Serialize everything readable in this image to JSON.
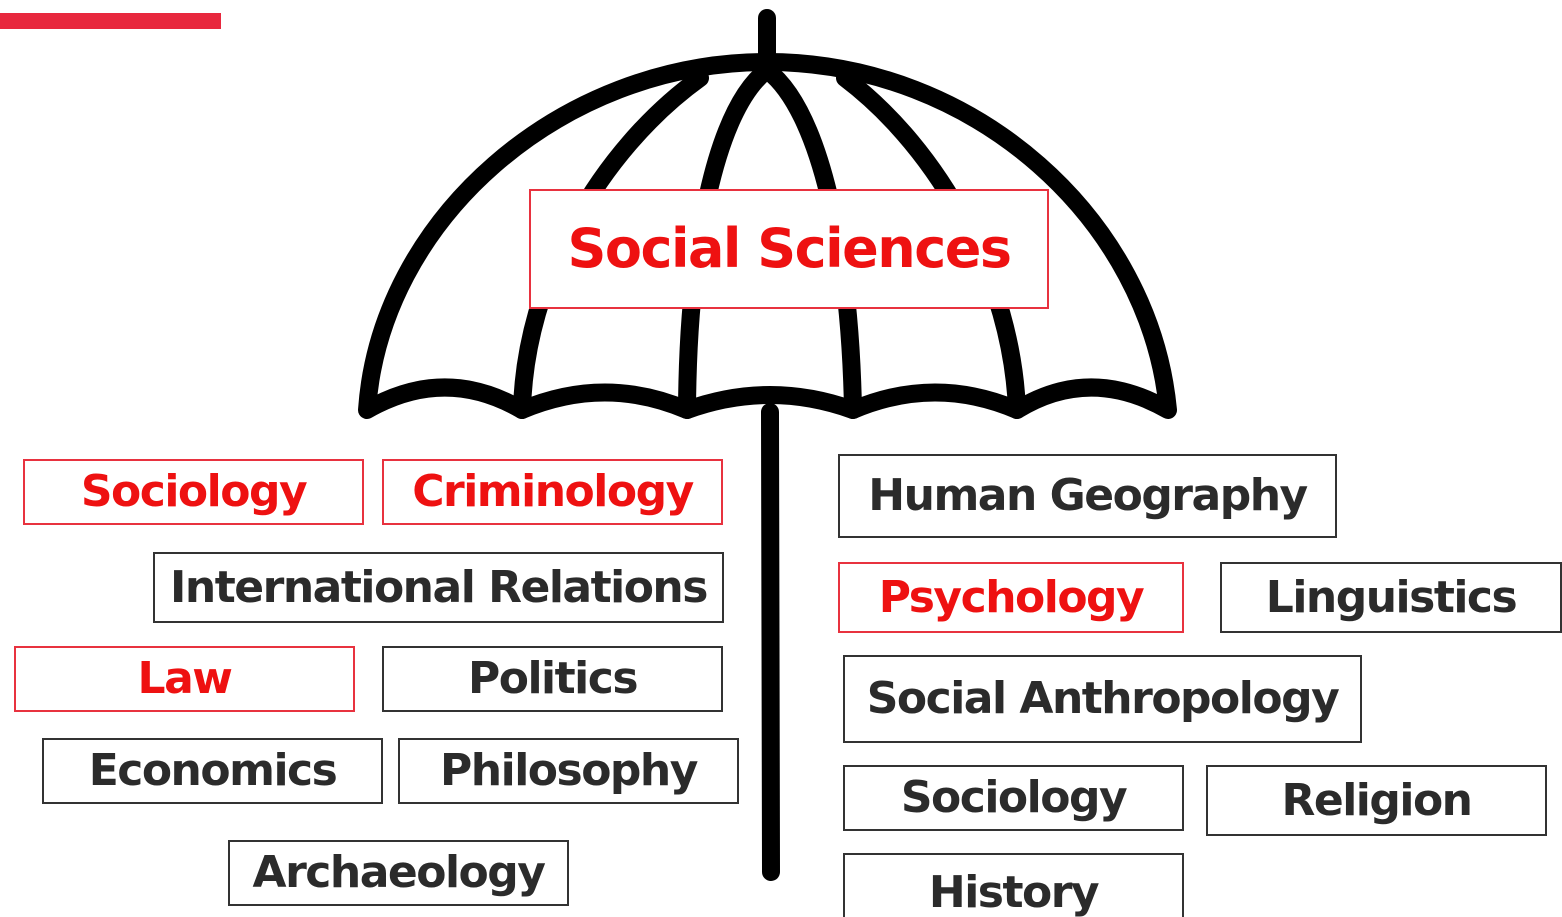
{
  "colors": {
    "accent": "#E8283E",
    "highlight_text": "#EE1111",
    "highlight_border": "#E8323F",
    "normal_text": "#2B2B2B",
    "normal_border": "#333333",
    "umbrella": "#000000"
  },
  "decorations": {
    "accent_bar": "red-accent-bar",
    "umbrella": "umbrella-icon"
  },
  "title": {
    "label": "Social Sciences",
    "highlighted": true
  },
  "left_subjects": [
    {
      "label": "Sociology",
      "highlighted": true
    },
    {
      "label": "Criminology",
      "highlighted": true
    },
    {
      "label": "International Relations",
      "highlighted": false
    },
    {
      "label": "Law",
      "highlighted": true
    },
    {
      "label": "Politics",
      "highlighted": false
    },
    {
      "label": "Economics",
      "highlighted": false
    },
    {
      "label": "Philosophy",
      "highlighted": false
    },
    {
      "label": "Archaeology",
      "highlighted": false
    }
  ],
  "right_subjects": [
    {
      "label": "Human Geography",
      "highlighted": false
    },
    {
      "label": "Psychology",
      "highlighted": true
    },
    {
      "label": "Linguistics",
      "highlighted": false
    },
    {
      "label": "Social Anthropology",
      "highlighted": false
    },
    {
      "label": "Sociology",
      "highlighted": false
    },
    {
      "label": "Religion",
      "highlighted": false
    },
    {
      "label": "History",
      "highlighted": false
    }
  ]
}
